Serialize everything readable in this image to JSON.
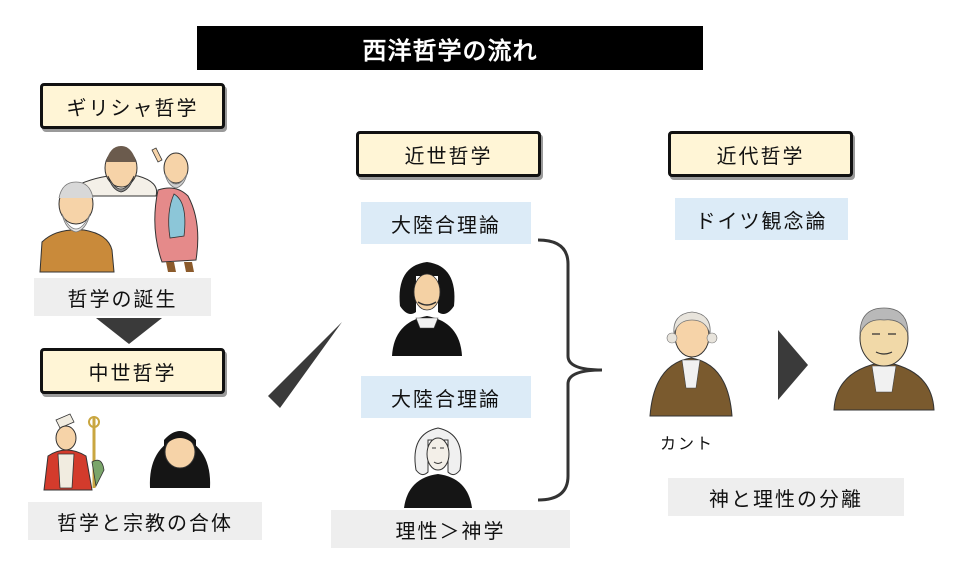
{
  "title": "西洋哲学の流れ",
  "greek": {
    "label": "ギリシャ哲学",
    "caption": "哲学の誕生"
  },
  "medieval": {
    "label": "中世哲学",
    "caption": "哲学と宗教の合体"
  },
  "early_modern": {
    "label": "近世哲学",
    "school_1": "大陸合理論",
    "school_2": "大陸合理論",
    "caption": "理性＞神学"
  },
  "modern": {
    "label": "近代哲学",
    "school": "ドイツ観念論",
    "person_label": "カント",
    "caption": "神と理性の分離"
  },
  "colors": {
    "era_box_fill": "#fff5d6",
    "tag_gray": "#eeeeee",
    "tag_blue": "#dcebf7",
    "title_bg": "#000000"
  }
}
